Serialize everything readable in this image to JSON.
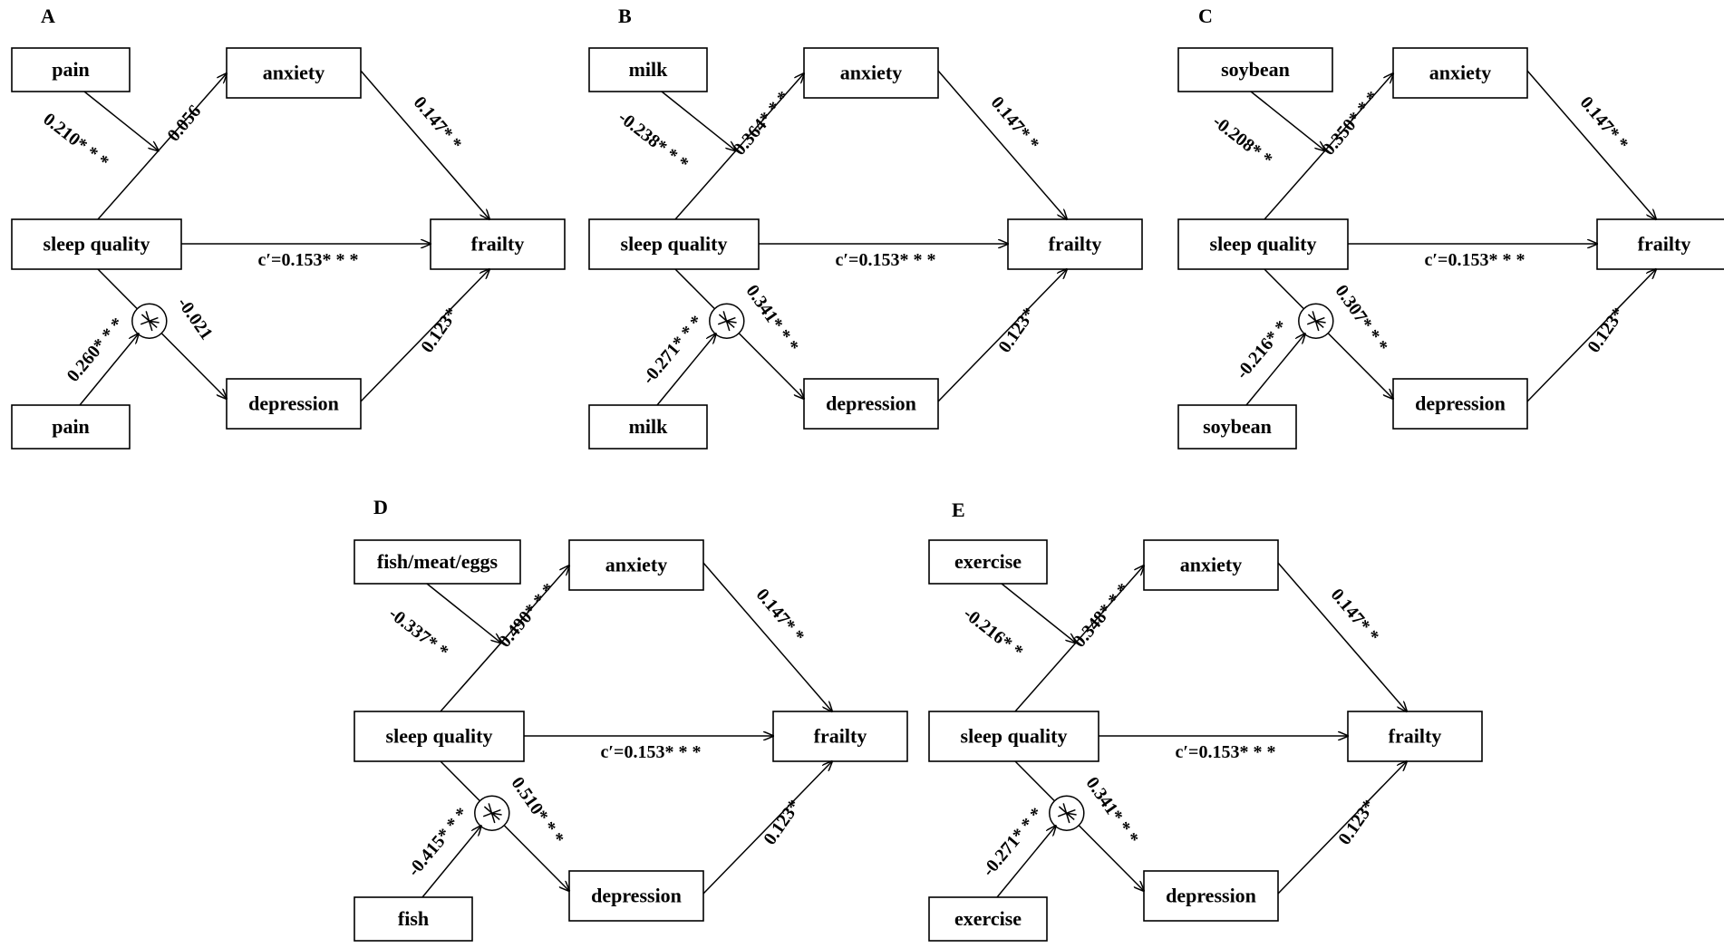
{
  "panels": [
    {
      "label": "A",
      "nodes": {
        "mod_top": "pain",
        "anxiety": "anxiety",
        "sleep": "sleep quality",
        "frailty": "frailty",
        "depression": "depression",
        "mod_bot": "pain"
      },
      "coefs": {
        "mod_top": "0.210* * *",
        "sleep_anx": "0.056",
        "anx_fr": "0.147* *",
        "direct": "c′=0.153* * *",
        "mod_bot": "0.260* * *",
        "sleep_dep": "-0.021",
        "dep_fr": "0.123*"
      }
    },
    {
      "label": "B",
      "nodes": {
        "mod_top": "milk",
        "anxiety": "anxiety",
        "sleep": "sleep quality",
        "frailty": "frailty",
        "depression": "depression",
        "mod_bot": "milk"
      },
      "coefs": {
        "mod_top": "-0.238* * *",
        "sleep_anx": "0.364* * *",
        "anx_fr": "0.147* *",
        "direct": "c′=0.153* * *",
        "mod_bot": "-0.271* * *",
        "sleep_dep": "0.341* * *",
        "dep_fr": "0.123*"
      }
    },
    {
      "label": "C",
      "nodes": {
        "mod_top": "soybean",
        "anxiety": "anxiety",
        "sleep": "sleep quality",
        "frailty": "frailty",
        "depression": "depression",
        "mod_bot": "soybean"
      },
      "coefs": {
        "mod_top": "-0.208* *",
        "sleep_anx": "0.350* * *",
        "anx_fr": "0.147* *",
        "direct": "c′=0.153* * *",
        "mod_bot": "-0.216* *",
        "sleep_dep": "0.307* * *",
        "dep_fr": "0.123*"
      }
    },
    {
      "label": "D",
      "nodes": {
        "mod_top": "fish/meat/eggs",
        "anxiety": "anxiety",
        "sleep": "sleep quality",
        "frailty": "frailty",
        "depression": "depression",
        "mod_bot": "fish"
      },
      "coefs": {
        "mod_top": "-0.337* *",
        "sleep_anx": "0.490* * *",
        "anx_fr": "0.147* *",
        "direct": "c′=0.153* * *",
        "mod_bot": "-0.415* * *",
        "sleep_dep": "0.510* * *",
        "dep_fr": "0.123*"
      }
    },
    {
      "label": "E",
      "nodes": {
        "mod_top": "exercise",
        "anxiety": "anxiety",
        "sleep": "sleep quality",
        "frailty": "frailty",
        "depression": "depression",
        "mod_bot": "exercise"
      },
      "coefs": {
        "mod_top": "-0.216* *",
        "sleep_anx": "0.348* * *",
        "anx_fr": "0.147* *",
        "direct": "c′=0.153* * *",
        "mod_bot": "-0.271* * *",
        "sleep_dep": "0.341* * *",
        "dep_fr": "0.123*"
      }
    }
  ]
}
